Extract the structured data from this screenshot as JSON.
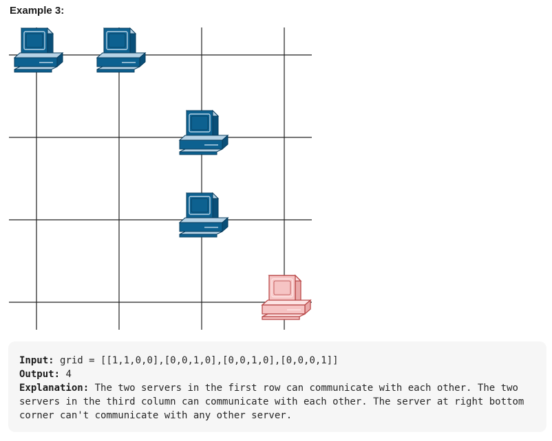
{
  "heading": "Example 3:",
  "grid": {
    "rows": 4,
    "cols": 4,
    "cells": [
      [
        1,
        1,
        0,
        0
      ],
      [
        0,
        0,
        1,
        0
      ],
      [
        0,
        0,
        1,
        0
      ],
      [
        0,
        0,
        0,
        1
      ]
    ],
    "isolated": [
      [
        3,
        3
      ]
    ],
    "colors": {
      "line": "#1f1f1f",
      "server_fill": "#0d6190",
      "server_dark": "#063b5c",
      "server_light": "#b7d3e6",
      "isolated_fill": "#f6c4c4",
      "isolated_stroke": "#b94848"
    },
    "icon": "desktop-computer-icon"
  },
  "example": {
    "input_label": "Input:",
    "input_value": "grid = [[1,1,0,0],[0,0,1,0],[0,0,1,0],[0,0,0,1]]",
    "output_label": "Output:",
    "output_value": "4",
    "explanation_label": "Explanation:",
    "explanation_text": "The two servers in the first row can communicate with each other. The two servers in the third column can communicate with each other. The server at right bottom corner can't communicate with any other server."
  }
}
